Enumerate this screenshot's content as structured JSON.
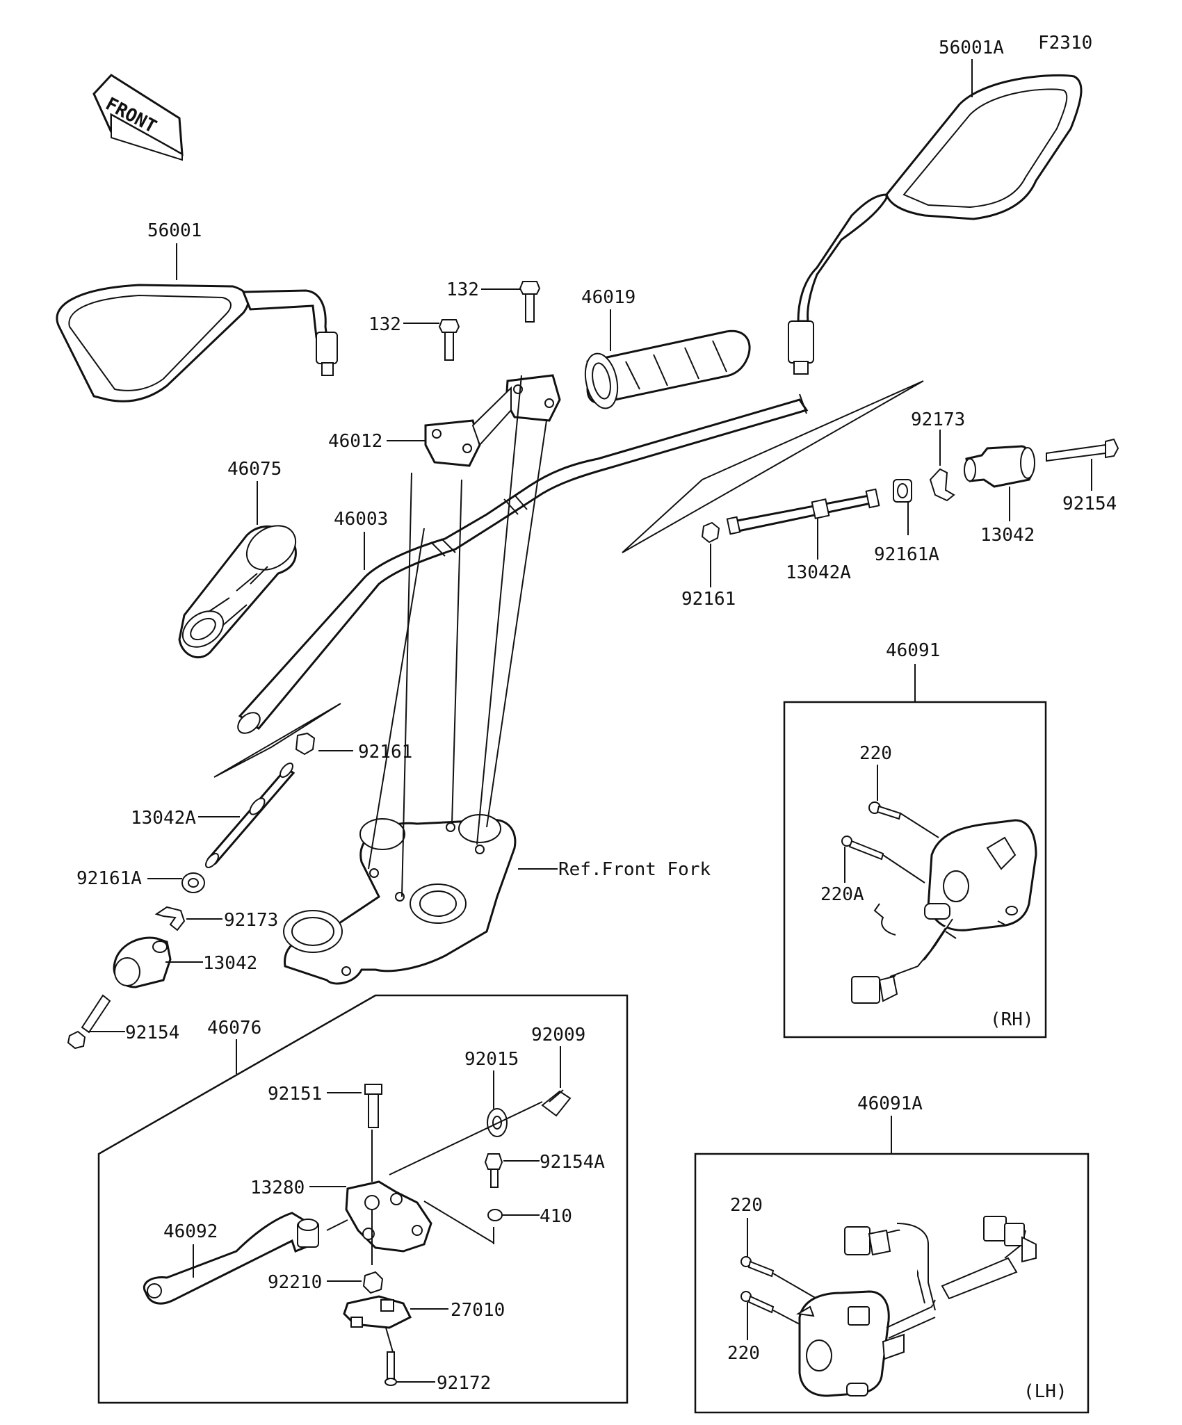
{
  "diagram": {
    "code": "F2310",
    "front_label": "FRONT",
    "ref_label": "Ref.Front Fork",
    "rh_label": "(RH)",
    "lh_label": "(LH)",
    "labels": {
      "p56001A": "56001A",
      "p56001": "56001",
      "p132a": "132",
      "p132b": "132",
      "p46019": "46019",
      "p46012": "46012",
      "p46003": "46003",
      "p46075": "46075",
      "p92173r": "92173",
      "p92154r": "92154",
      "p13042r": "13042",
      "p92161Ar": "92161A",
      "p13042Ar": "13042A",
      "p92161r": "92161",
      "p46091": "46091",
      "p220rh": "220",
      "p220Arh": "220A",
      "p92161l": "92161",
      "p13042Al": "13042A",
      "p92161Al": "92161A",
      "p92173l": "92173",
      "p13042l": "13042",
      "p92154l": "92154",
      "p46076": "46076",
      "p92009": "92009",
      "p92015": "92015",
      "p92151": "92151",
      "p92154A": "92154A",
      "p13280": "13280",
      "p410": "410",
      "p46092": "46092",
      "p92210": "92210",
      "p27010": "27010",
      "p92172": "92172",
      "p46091A": "46091A",
      "p220lh1": "220",
      "p220lh2": "220"
    }
  }
}
